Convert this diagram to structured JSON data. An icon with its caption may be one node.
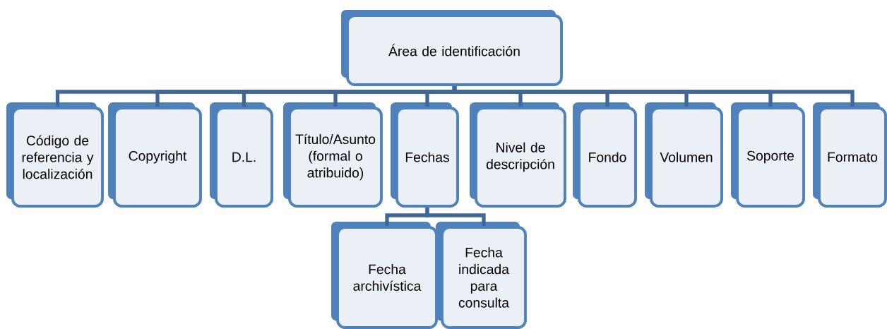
{
  "diagram": {
    "nodes": [
      {
        "text": [
          "Área de identificación"
        ]
      },
      {
        "text": [
          "Código de referencia y localización"
        ]
      },
      {
        "text": [
          "Copyright"
        ]
      },
      {
        "text": [
          "D.L."
        ]
      },
      {
        "text": [
          "Título/Asunto (formal o atribuido)"
        ]
      },
      {
        "text": [
          "Fechas"
        ]
      },
      {
        "text": [
          "Nivel de descripción"
        ]
      },
      {
        "text": [
          "Fondo"
        ]
      },
      {
        "text": [
          "Volumen"
        ]
      },
      {
        "text": [
          "Soporte"
        ]
      },
      {
        "text": [
          "Formato"
        ]
      },
      {
        "text": [
          "Fecha archivística"
        ]
      },
      {
        "text": [
          "Fecha indicada para consulta"
        ]
      }
    ],
    "edges": [
      {
        "from": 0,
        "to": 1,
        "arrow": "none"
      },
      {
        "from": 0,
        "to": 2,
        "arrow": "none"
      },
      {
        "from": 0,
        "to": 3,
        "arrow": "none"
      },
      {
        "from": 0,
        "to": 4,
        "arrow": "none"
      },
      {
        "from": 0,
        "to": 5,
        "arrow": "none"
      },
      {
        "from": 0,
        "to": 6,
        "arrow": "none"
      },
      {
        "from": 0,
        "to": 7,
        "arrow": "none"
      },
      {
        "from": 0,
        "to": 8,
        "arrow": "none"
      },
      {
        "from": 0,
        "to": 9,
        "arrow": "none"
      },
      {
        "from": 0,
        "to": 10,
        "arrow": "none"
      },
      {
        "from": 5,
        "to": 11,
        "arrow": "none"
      },
      {
        "from": 5,
        "to": 12,
        "arrow": "none"
      }
    ]
  }
}
